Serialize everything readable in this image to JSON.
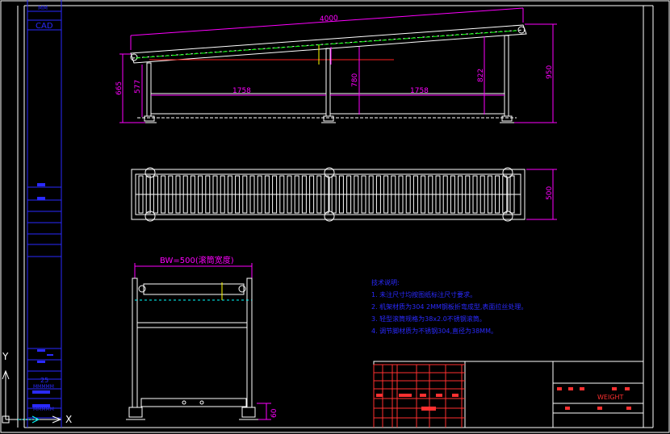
{
  "colors": {
    "background": "#000000",
    "frame": "#ffffff",
    "accent_blue": "#2a2aff",
    "dimension": "#ff00ff",
    "conveyor": "#ffffff",
    "green": "#00ff00",
    "red": "#ff2020",
    "cyan": "#00ffff",
    "yellow": "#ffff00",
    "title_red": "#ff3030"
  },
  "side_strip": {
    "top_label": "CAD",
    "mini_label": "MM",
    "count_label": "25",
    "lower_label_1": "MMMMM",
    "lower_label_2": "MMMMM"
  },
  "ucs": {
    "y_label": "Y",
    "x_label": "X"
  },
  "side_view": {
    "overall_length": "4000",
    "left_height": "665",
    "leg_height": "577",
    "mid_height": "780",
    "right_inner_height": "822",
    "right_height": "950",
    "span_left": "1758",
    "span_right": "1758"
  },
  "top_view": {
    "width": "500"
  },
  "end_view": {
    "belt_width": "BW=500(滚筒宽度)",
    "foot_height": "60"
  },
  "notes": {
    "title": "技术说明:",
    "items": [
      "1. 未注尺寸均按图纸标注尺寸要求。",
      "2. 机架材质为304 2MM钢板折弯成型,表面拉丝处理。",
      "3. 轻型滚筒规格为38x2.0不锈钢滚筒。",
      "4. 调节脚材质为不锈钢304,直径为38MM。"
    ]
  },
  "title_block": {
    "weight_label": "WEIGHT",
    "material_label": "材料",
    "scale_label": "比例"
  }
}
